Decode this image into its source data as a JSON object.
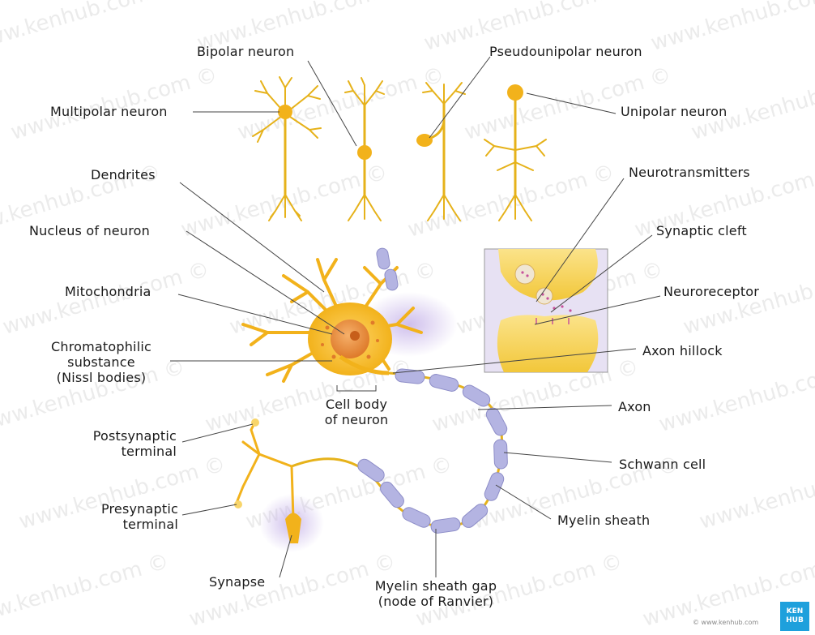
{
  "labels": {
    "bipolar": "Bipolar neuron",
    "pseudounipolar": "Pseudounipolar neuron",
    "multipolar": "Multipolar neuron",
    "unipolar": "Unipolar neuron",
    "dendrites": "Dendrites",
    "neurotransmitters": "Neurotransmitters",
    "nucleus": "Nucleus of neuron",
    "synaptic_cleft": "Synaptic cleft",
    "mitochondria": "Mitochondria",
    "neuroreceptor": "Neuroreceptor",
    "chromatophilic": [
      "Chromatophilic",
      "substance",
      "(Nissl bodies)"
    ],
    "axon_hillock": "Axon hillock",
    "cell_body": [
      "Cell body",
      "of neuron"
    ],
    "axon": "Axon",
    "postsynaptic": [
      "Postsynaptic",
      "terminal"
    ],
    "schwann": "Schwann cell",
    "presynaptic": [
      "Presynaptic",
      "terminal"
    ],
    "myelin_sheath": "Myelin sheath",
    "synapse": "Synapse",
    "node": [
      "Myelin sheath gap",
      "(node of Ranvier)"
    ]
  },
  "watermark": "www.kenhub.com ©",
  "brand": {
    "logo_line1": "KEN",
    "logo_line2": "HUB",
    "credit": "© www.kenhub.com"
  },
  "colors": {
    "neuron": "#f5c518",
    "neuron_dark": "#e0a400",
    "myelin": "#a9a9d8",
    "line": "#444444"
  }
}
